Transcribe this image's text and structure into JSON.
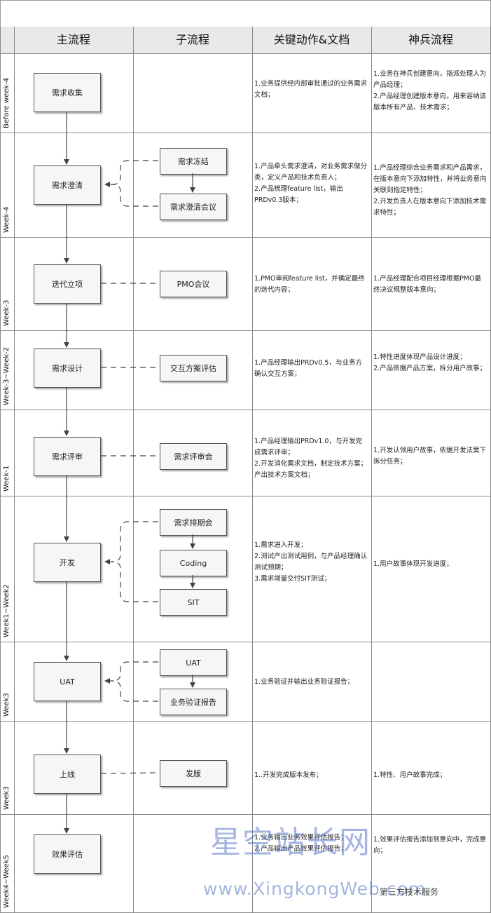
{
  "columns": {
    "main": "主流程",
    "sub": "子流程",
    "actions": "关键动作&文档",
    "shenbing": "神兵流程"
  },
  "rows": [
    {
      "week": "Before week-4",
      "main": "需求收集",
      "subs": [],
      "actions": [
        "1.业务提供经内部审批通过的业务需求文档；"
      ],
      "shenbing": [
        "1.业务在神兵创建意向，指派处理人为产品经理；",
        "2.产品经理创建版本意向，用来容纳该版本所有产品、技术需求；"
      ]
    },
    {
      "week": "Week-4",
      "main": "需求澄清",
      "subs": [
        "需求冻结",
        "需求澄清会议"
      ],
      "actions": [
        "1.产品牵头需求澄清，对业务需求做分类，定义产品和技术负责人；",
        "2.产品梳理feature list，输出PRDv0.3版本；"
      ],
      "shenbing": [
        "1.产品经理综合业务需求和产品需求，在版本意向下添加特性，并将业务意向关联到指定特性；",
        "2.开发负责人在版本意向下添加技术需求特性；"
      ]
    },
    {
      "week": "Week-3",
      "main": "迭代立项",
      "subs": [
        "PMO会议"
      ],
      "actions": [
        "1.PMO审阅feature list，并确定最终的迭代内容；"
      ],
      "shenbing": [
        "1.产品经理配合项目经理根据PMO最终决议规整版本意向；"
      ]
    },
    {
      "week": "Week-3~Week-2",
      "main": "需求设计",
      "subs": [
        "交互方案评估"
      ],
      "actions": [
        "1.产品经理输出PRDv0.5，与业务方确认交互方案；"
      ],
      "shenbing": [
        "1.特性进度体现产品设计进度；",
        "2.产品依据产品方案，拆分用户故事；"
      ]
    },
    {
      "week": "Week-1",
      "main": "需求评审",
      "subs": [
        "需求评审会"
      ],
      "actions": [
        "1.产品经理输出PRDv1.0，与开发完成需求评审；",
        "2.开发消化需求文档，制定技术方案；产出技术方案文档；"
      ],
      "shenbing": [
        "1.开发认领用户故事，依据开发法案下拆分任务；"
      ]
    },
    {
      "week": "Week1~Week2",
      "main": "开发",
      "subs": [
        "需求排期会",
        "Coding",
        "SIT"
      ],
      "actions": [
        "1.需求进入开发；",
        "2.测试产出测试用例，与产品经理确认测试预期；",
        "3.需求增量交付SIT测试；"
      ],
      "shenbing": [
        "1.用户故事体现开发进度；"
      ]
    },
    {
      "week": "Week3",
      "main": "UAT",
      "subs": [
        "UAT",
        "业务验证报告"
      ],
      "actions": [
        "1.业务验证并输出业务验证报告；"
      ],
      "shenbing": []
    },
    {
      "week": "Week3",
      "main": "上线",
      "subs": [
        "发版"
      ],
      "actions": [
        "1..开发完成版本发布；"
      ],
      "shenbing": [
        "1.特性、用户故事完成；"
      ]
    },
    {
      "week": "Week4~Week5",
      "main": "效果评估",
      "subs": [],
      "actions": [
        "1.业务输出业务效果评估报告；",
        "2.产品输出产品效果评估报告；"
      ],
      "shenbing": [
        "1.效果评估报告添加到意向中，完成意向；"
      ]
    }
  ],
  "watermark": {
    "site_cn": "星空站长网",
    "site_url": "www.XingkongWeb.com",
    "account": "第三方技术服务"
  },
  "colors": {
    "border": "#8a8a8a",
    "header_bg": "#e9e9e9",
    "node_bg": "#f6f6f6",
    "connector": "#444444"
  }
}
